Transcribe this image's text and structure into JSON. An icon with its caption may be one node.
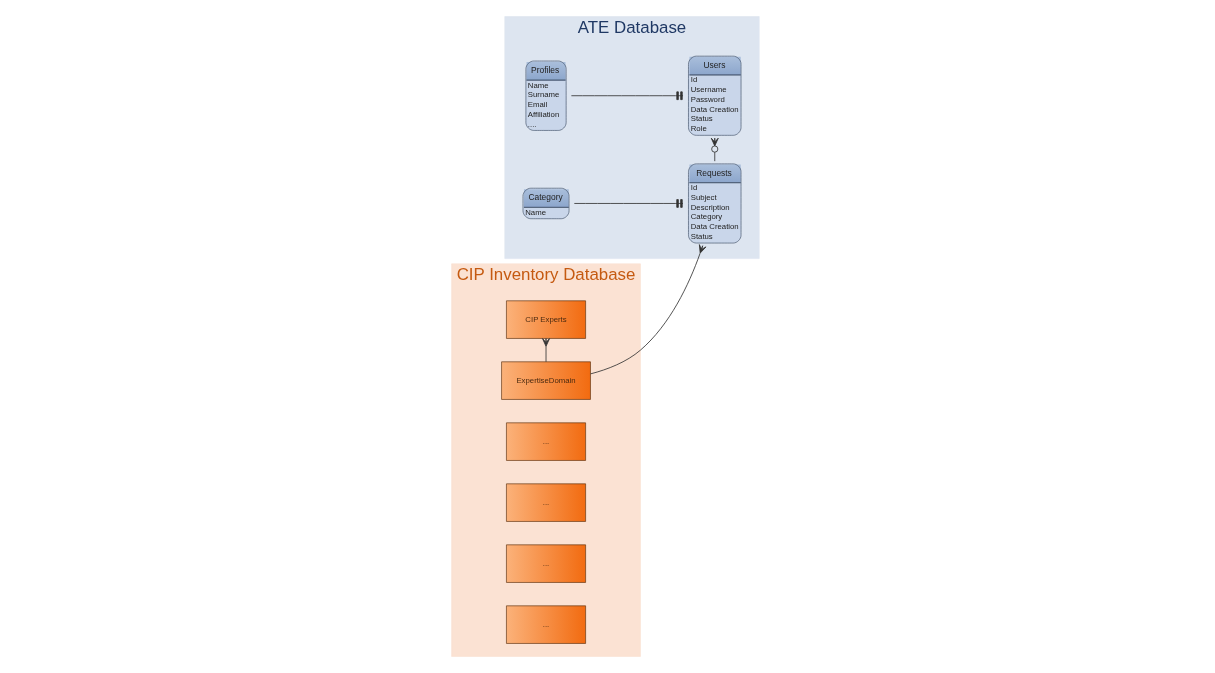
{
  "diagram": {
    "nodes": [
      {
        "text": [
          "ATE Database"
        ]
      },
      {
        "text": [
          "CIP Inventory Database"
        ]
      },
      {
        "text": [
          "Profiles",
          "Name",
          "Surname",
          "Email",
          "Affiliation",
          "...."
        ],
        "in": 0
      },
      {
        "text": [
          "Users",
          "Id",
          "Username",
          "Password",
          "Data Creation",
          "Status",
          "Role"
        ],
        "in": 0
      },
      {
        "text": [
          "Category",
          "Name"
        ],
        "in": 0
      },
      {
        "text": [
          "Requests",
          "Id",
          "Subject",
          "Description",
          "Category",
          "Data Creation",
          "Status"
        ],
        "in": 0
      },
      {
        "text": [
          "CIP Experts"
        ],
        "in": 1
      },
      {
        "text": [
          "ExpertiseDomain"
        ],
        "in": 1
      },
      {
        "text": [
          "..."
        ],
        "in": 1
      },
      {
        "text": [
          "..."
        ],
        "in": 1
      },
      {
        "text": [
          "..."
        ],
        "in": 1
      },
      {
        "text": [
          "..."
        ],
        "in": 1
      }
    ],
    "edges": [
      {
        "from": 2,
        "to": 3,
        "arrow": "other"
      },
      {
        "from": 5,
        "to": 3,
        "arrow": "other"
      },
      {
        "from": 4,
        "to": 5,
        "arrow": "other"
      },
      {
        "from": 7,
        "to": 5,
        "arrow": "other"
      },
      {
        "from": 7,
        "to": 6,
        "arrow": "other"
      }
    ]
  }
}
